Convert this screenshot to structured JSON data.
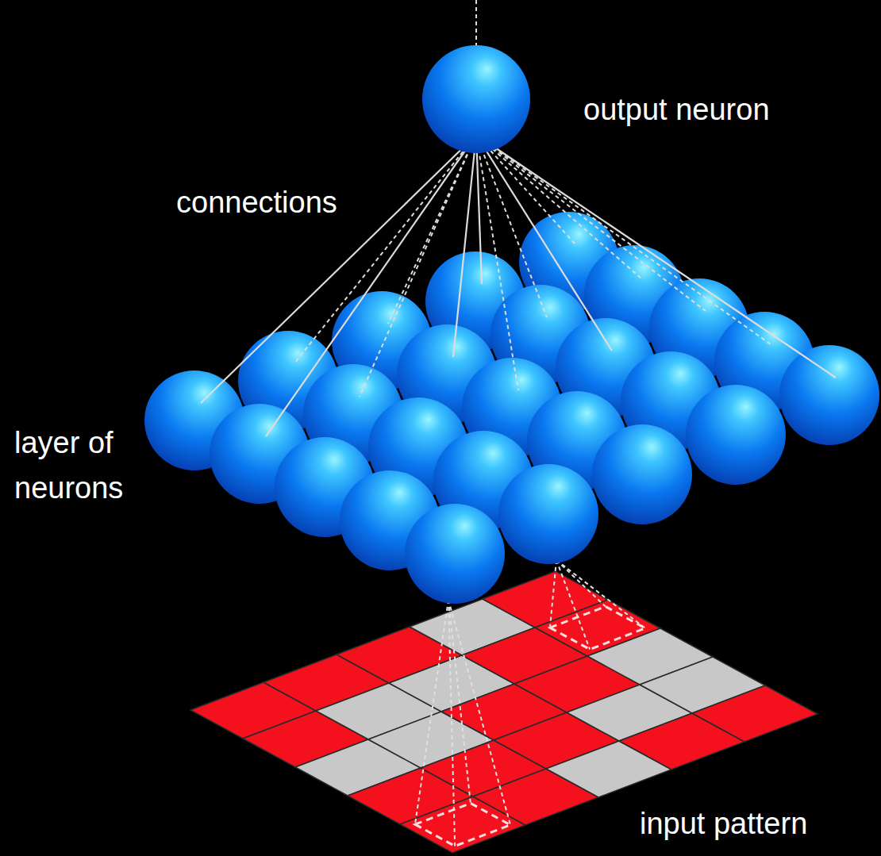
{
  "diagram": {
    "labels": [
      "output neuron",
      "connections",
      "layer of neurons",
      "input pattern"
    ]
  }
}
